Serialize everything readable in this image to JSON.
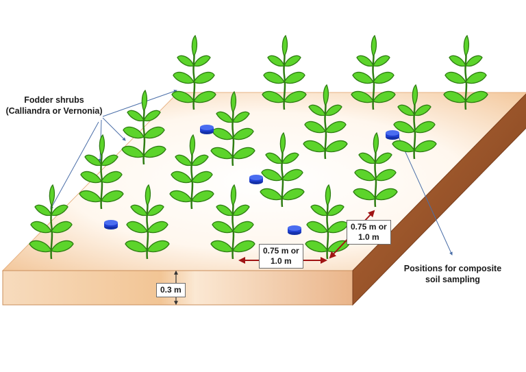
{
  "labels": {
    "fodder_line1": "Fodder shrubs",
    "fodder_line2": "(Calliandra or Vernonia)",
    "spacing_horizontal_line1": "0.75 m or",
    "spacing_horizontal_line2": "1.0 m",
    "spacing_vertical_line1": "0.75 m or",
    "spacing_vertical_line2": "1.0 m",
    "sampling_line1": "Positions for composite",
    "sampling_line2": "soil sampling",
    "depth": "0.3 m"
  },
  "colors": {
    "plant_leaf": "#5cd42b",
    "plant_outline": "#2e7d12",
    "soil_top": "#fdf3ea",
    "soil_top_edge": "#f2c79c",
    "soil_front": "#f6d4b3",
    "soil_side": "#a45a2c",
    "sample_marker": "#1f3fd0",
    "arrow": "#a01414",
    "pointer": "#4a6ea8"
  }
}
